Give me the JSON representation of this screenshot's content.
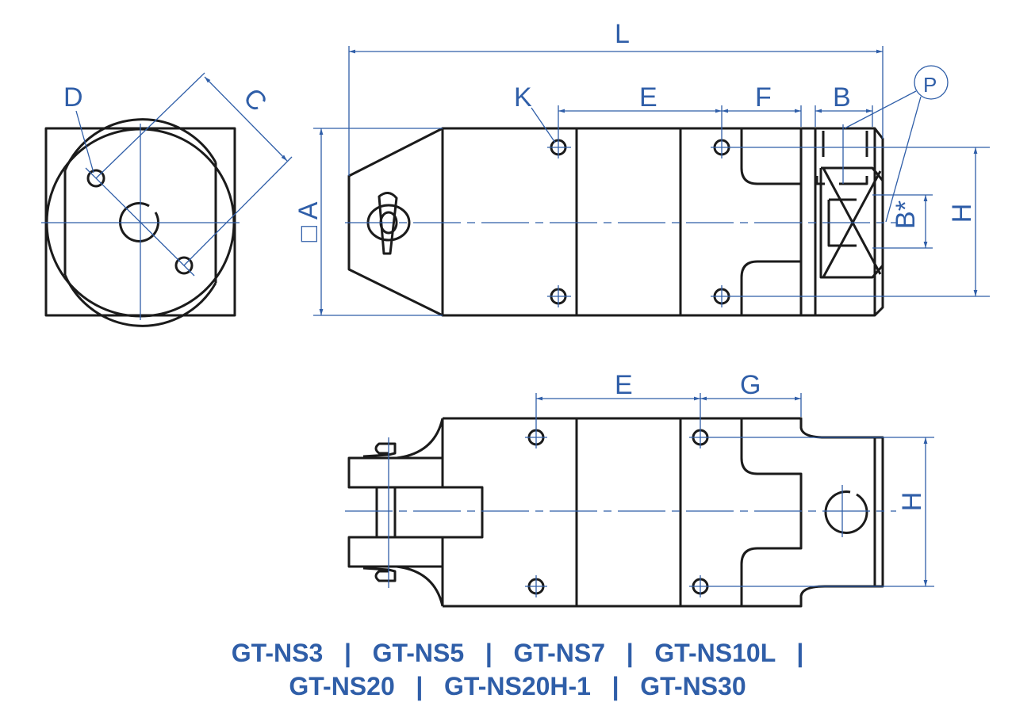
{
  "labels": {
    "L": "L",
    "D": "D",
    "C": "C",
    "K": "K",
    "E": "E",
    "F": "F",
    "B": "B",
    "P": "P",
    "A": "□ A",
    "H": "H",
    "B_star": "B*",
    "E2": "E",
    "G": "G",
    "H2": "H"
  },
  "models": {
    "line1": "GT-NS3   |   GT-NS5   |   GT-NS7   |   GT-NS10L   |",
    "line2": "GT-NS20   |   GT-NS20H-1   |   GT-NS30"
  },
  "colors": {
    "dimension": "#2f5ea8",
    "outline": "#1b1b1b"
  }
}
